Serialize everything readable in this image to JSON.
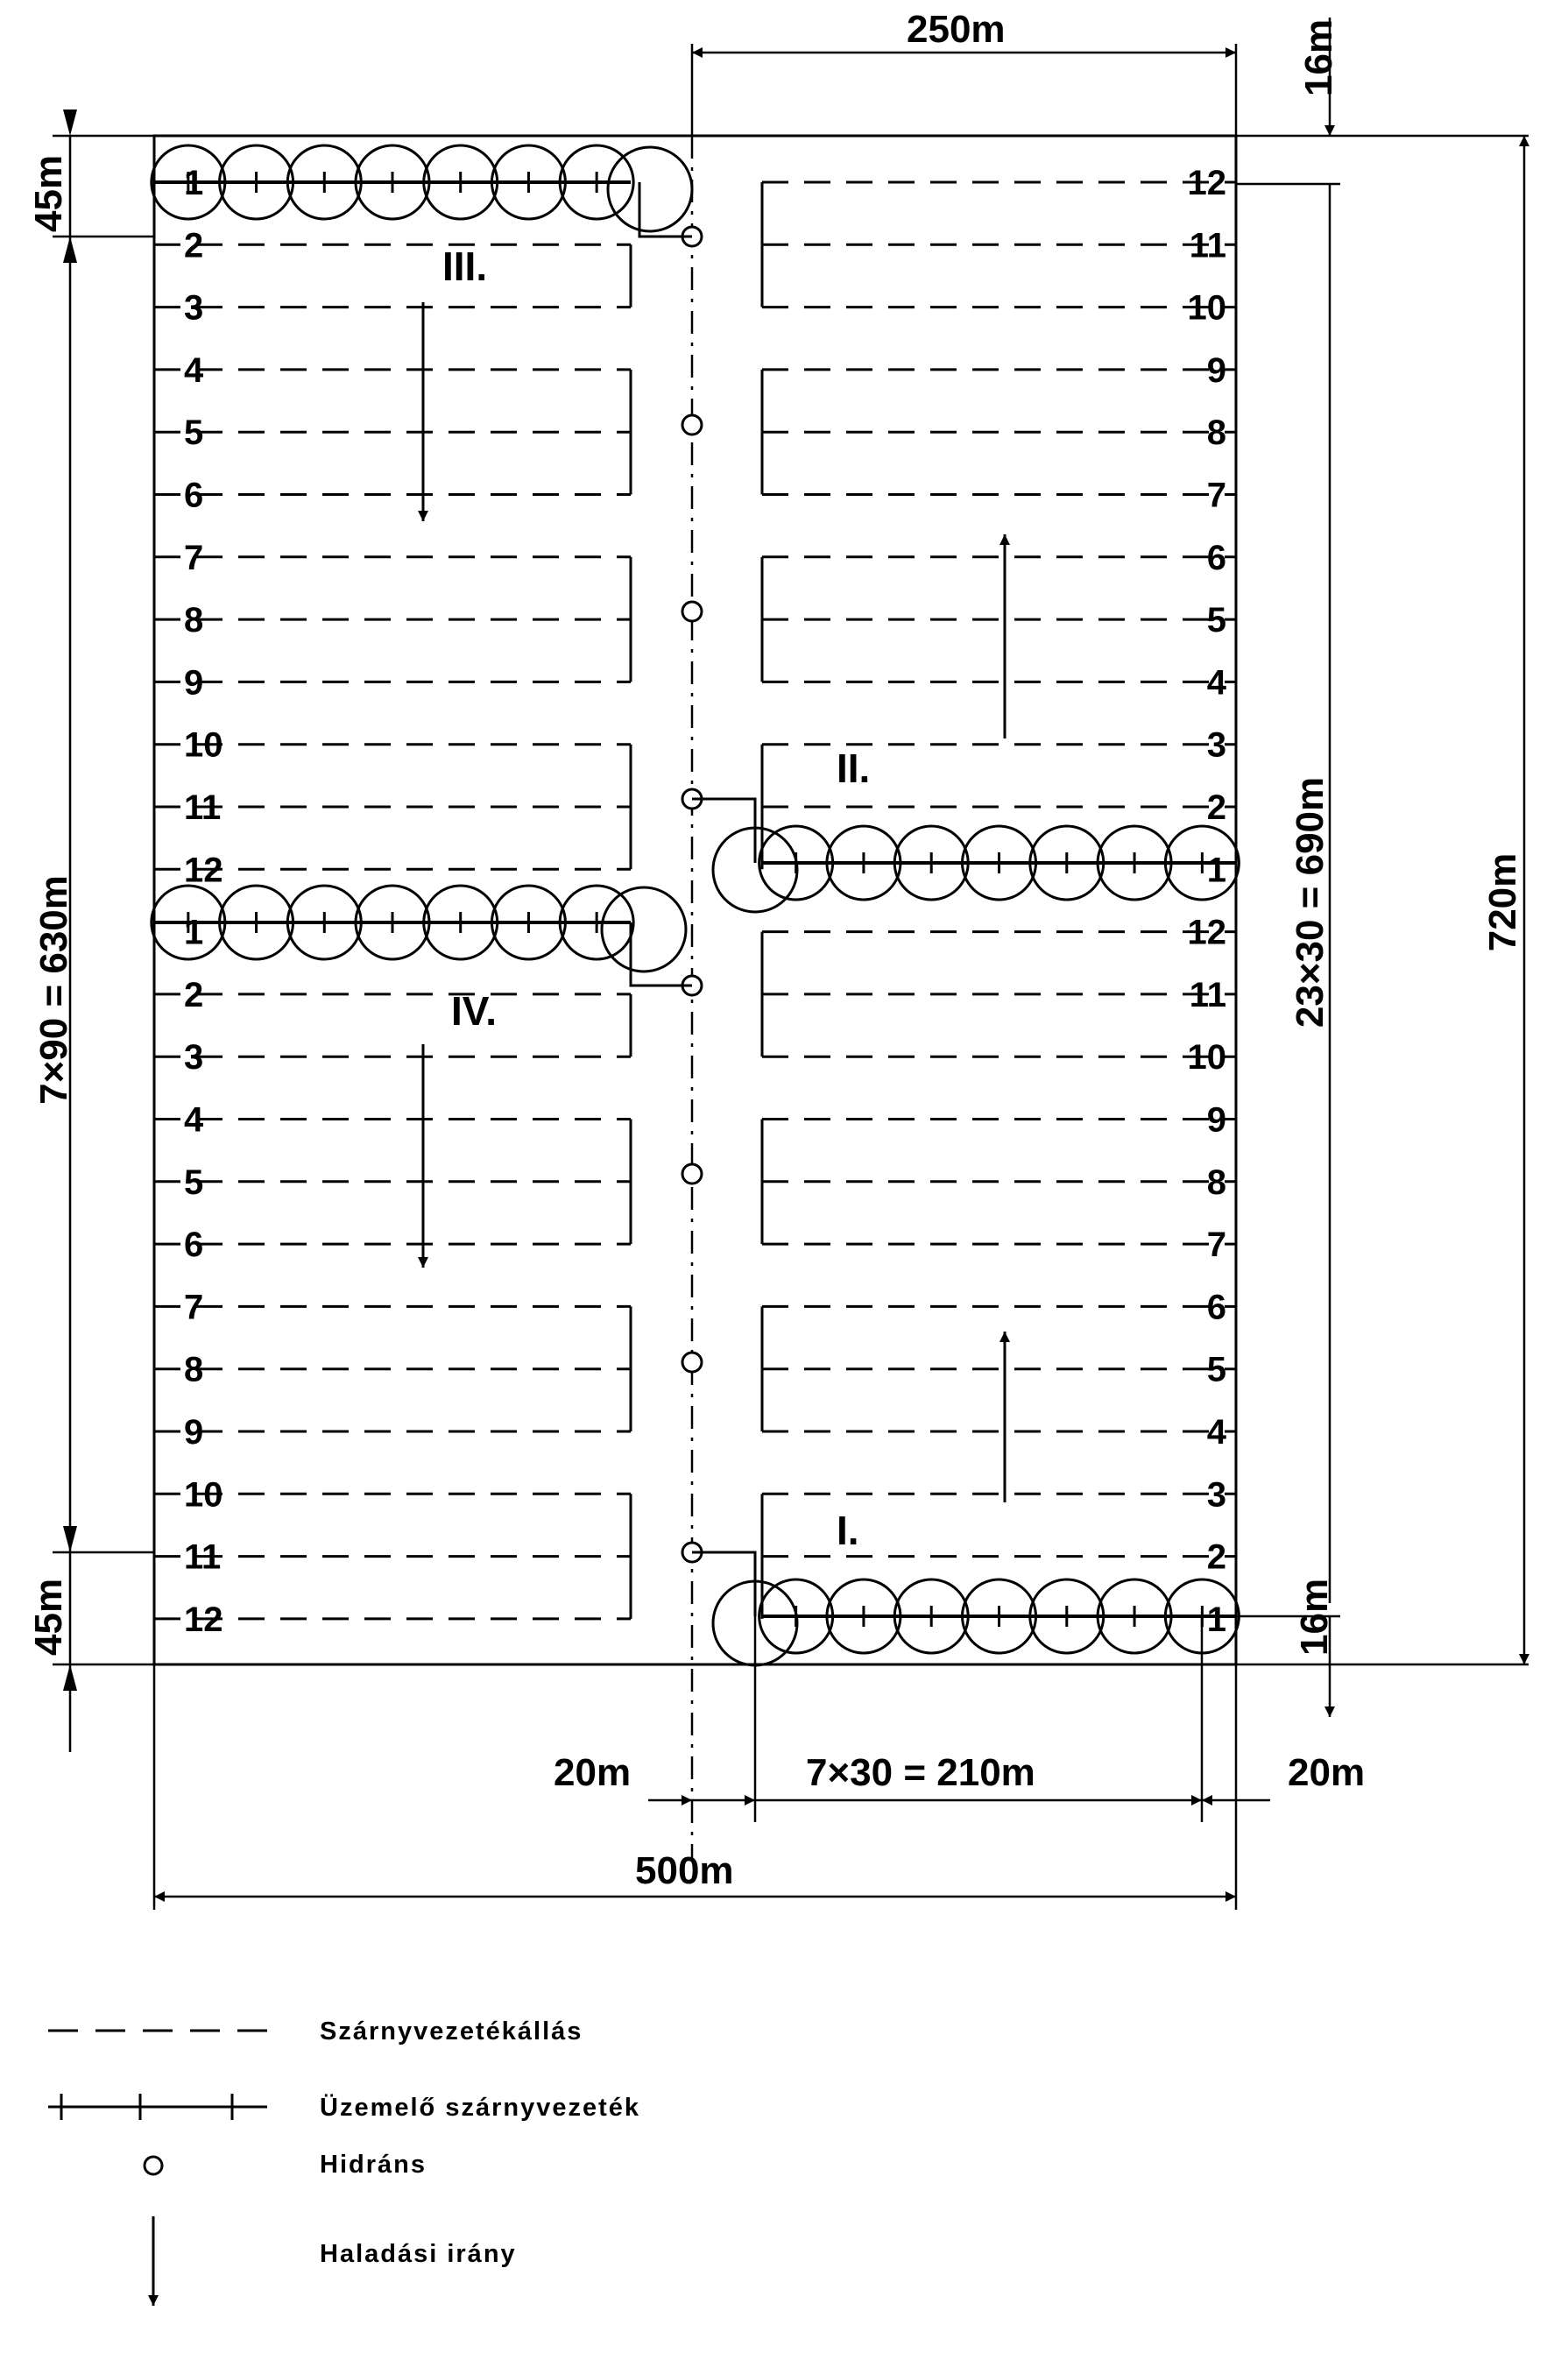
{
  "dimensions": {
    "top_250": "250m",
    "top_16": "16m",
    "left_45_top": "45m",
    "left_45_bottom": "45m",
    "left_630": "7×90 = 630m",
    "right_690": "23×30 = 690m",
    "right_720": "720m",
    "right_16_bottom": "16m",
    "bottom_20_left": "20m",
    "bottom_210": "7×30 = 210m",
    "bottom_20_right": "20m",
    "bottom_500": "500m"
  },
  "sections": {
    "I": "I.",
    "II": "II.",
    "III": "III.",
    "IV": "IV."
  },
  "left_rows": [
    "1",
    "2",
    "3",
    "4",
    "5",
    "6",
    "7",
    "8",
    "9",
    "10",
    "11",
    "12"
  ],
  "right_rows": [
    "12",
    "11",
    "10",
    "9",
    "8",
    "7",
    "6",
    "5",
    "4",
    "3",
    "2",
    "1"
  ],
  "legend": {
    "dashed": "Szárnyvezetékállás",
    "operating": "Üzemelő szárnyvezeték",
    "hydrant": "Hidráns",
    "direction": "Haladási irány"
  }
}
